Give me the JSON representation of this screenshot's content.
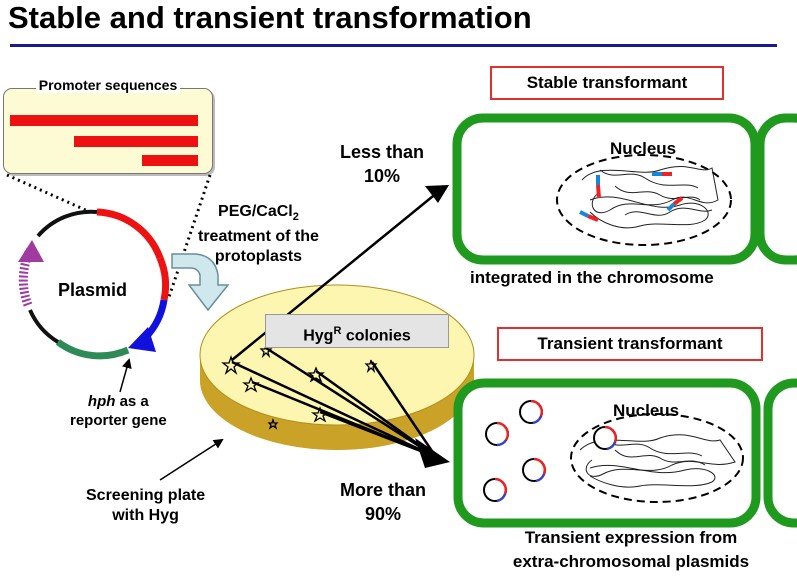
{
  "title": "Stable and transient transformation",
  "promoter": {
    "title": "Promoter sequences"
  },
  "plasmid": {
    "label": "Plasmid"
  },
  "reporter": {
    "gene_italic": "hph",
    "line1_rest": " as a",
    "line2": "reporter gene"
  },
  "treatment": {
    "line1_main": "PEG/CaCl",
    "line1_sub": "2",
    "line2": "treatment of the",
    "line3": "protoplasts"
  },
  "colonies": {
    "main": "Hyg",
    "sup": "R",
    "rest": " colonies"
  },
  "plate": {
    "line1": "Screening plate",
    "line2": "with Hyg"
  },
  "stable": {
    "box_label": "Stable transformant",
    "nucleus": "Nucleus",
    "caption": "integrated in the chromosome",
    "pct_line1": "Less than",
    "pct_line2": "10%"
  },
  "transient": {
    "box_label": "Transient transformant",
    "nucleus": "Nucleus",
    "caption_line1": "Transient expression from",
    "caption_line2": "extra-chromosomal plasmids",
    "pct_line1": "More than",
    "pct_line2": "90%"
  },
  "colors": {
    "accent_rule": "#1a1a8c",
    "cell_border": "#1f9a1f",
    "promoter_red": "#ee1111",
    "plasmid_blue": "#1111dd",
    "plasmid_green": "#2e8b57",
    "plate_yellow": "#fdf6b0",
    "plate_gold": "#c9a227"
  }
}
